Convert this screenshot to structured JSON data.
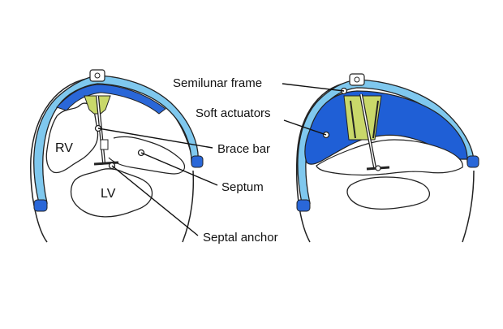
{
  "figure": {
    "left_panel": {
      "chamber_labels": {
        "rv": "RV",
        "lv": "LV"
      }
    },
    "callouts": [
      {
        "id": "semilunar-frame",
        "text": "Semilunar frame"
      },
      {
        "id": "soft-actuators",
        "text": "Soft actuators"
      },
      {
        "id": "brace-bar",
        "text": "Brace bar"
      },
      {
        "id": "septum",
        "text": "Septum"
      },
      {
        "id": "septal-anchor",
        "text": "Septal anchor"
      }
    ],
    "colors": {
      "frame_light_blue": "#7fc8ee",
      "actuator_blue": "#1f5fd6",
      "brace_green": "#c9d86a",
      "outline": "#222222"
    }
  }
}
